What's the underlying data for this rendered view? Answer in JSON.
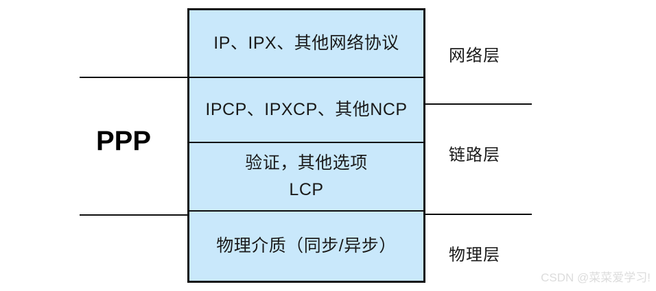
{
  "diagram": {
    "ppp_label": "PPP",
    "stack_rows": [
      {
        "lines": [
          "IP、IPX、其他网络协议"
        ]
      },
      {
        "lines": [
          "IPCP、IPXCP、其他NCP"
        ]
      },
      {
        "lines": [
          "验证，其他选项",
          "LCP"
        ]
      },
      {
        "lines": [
          "物理介质（同步/异步）"
        ]
      }
    ],
    "layer_labels": [
      {
        "label": "网络层"
      },
      {
        "label": "链路层"
      },
      {
        "label": "物理层"
      }
    ],
    "watermark": "CSDN @菜菜爱学习!",
    "colors": {
      "box_fill": "#C9E8FB",
      "line": "#0D0D0D",
      "text": "#1A1A1A",
      "watermark_gray": "#DCDCDC"
    }
  }
}
